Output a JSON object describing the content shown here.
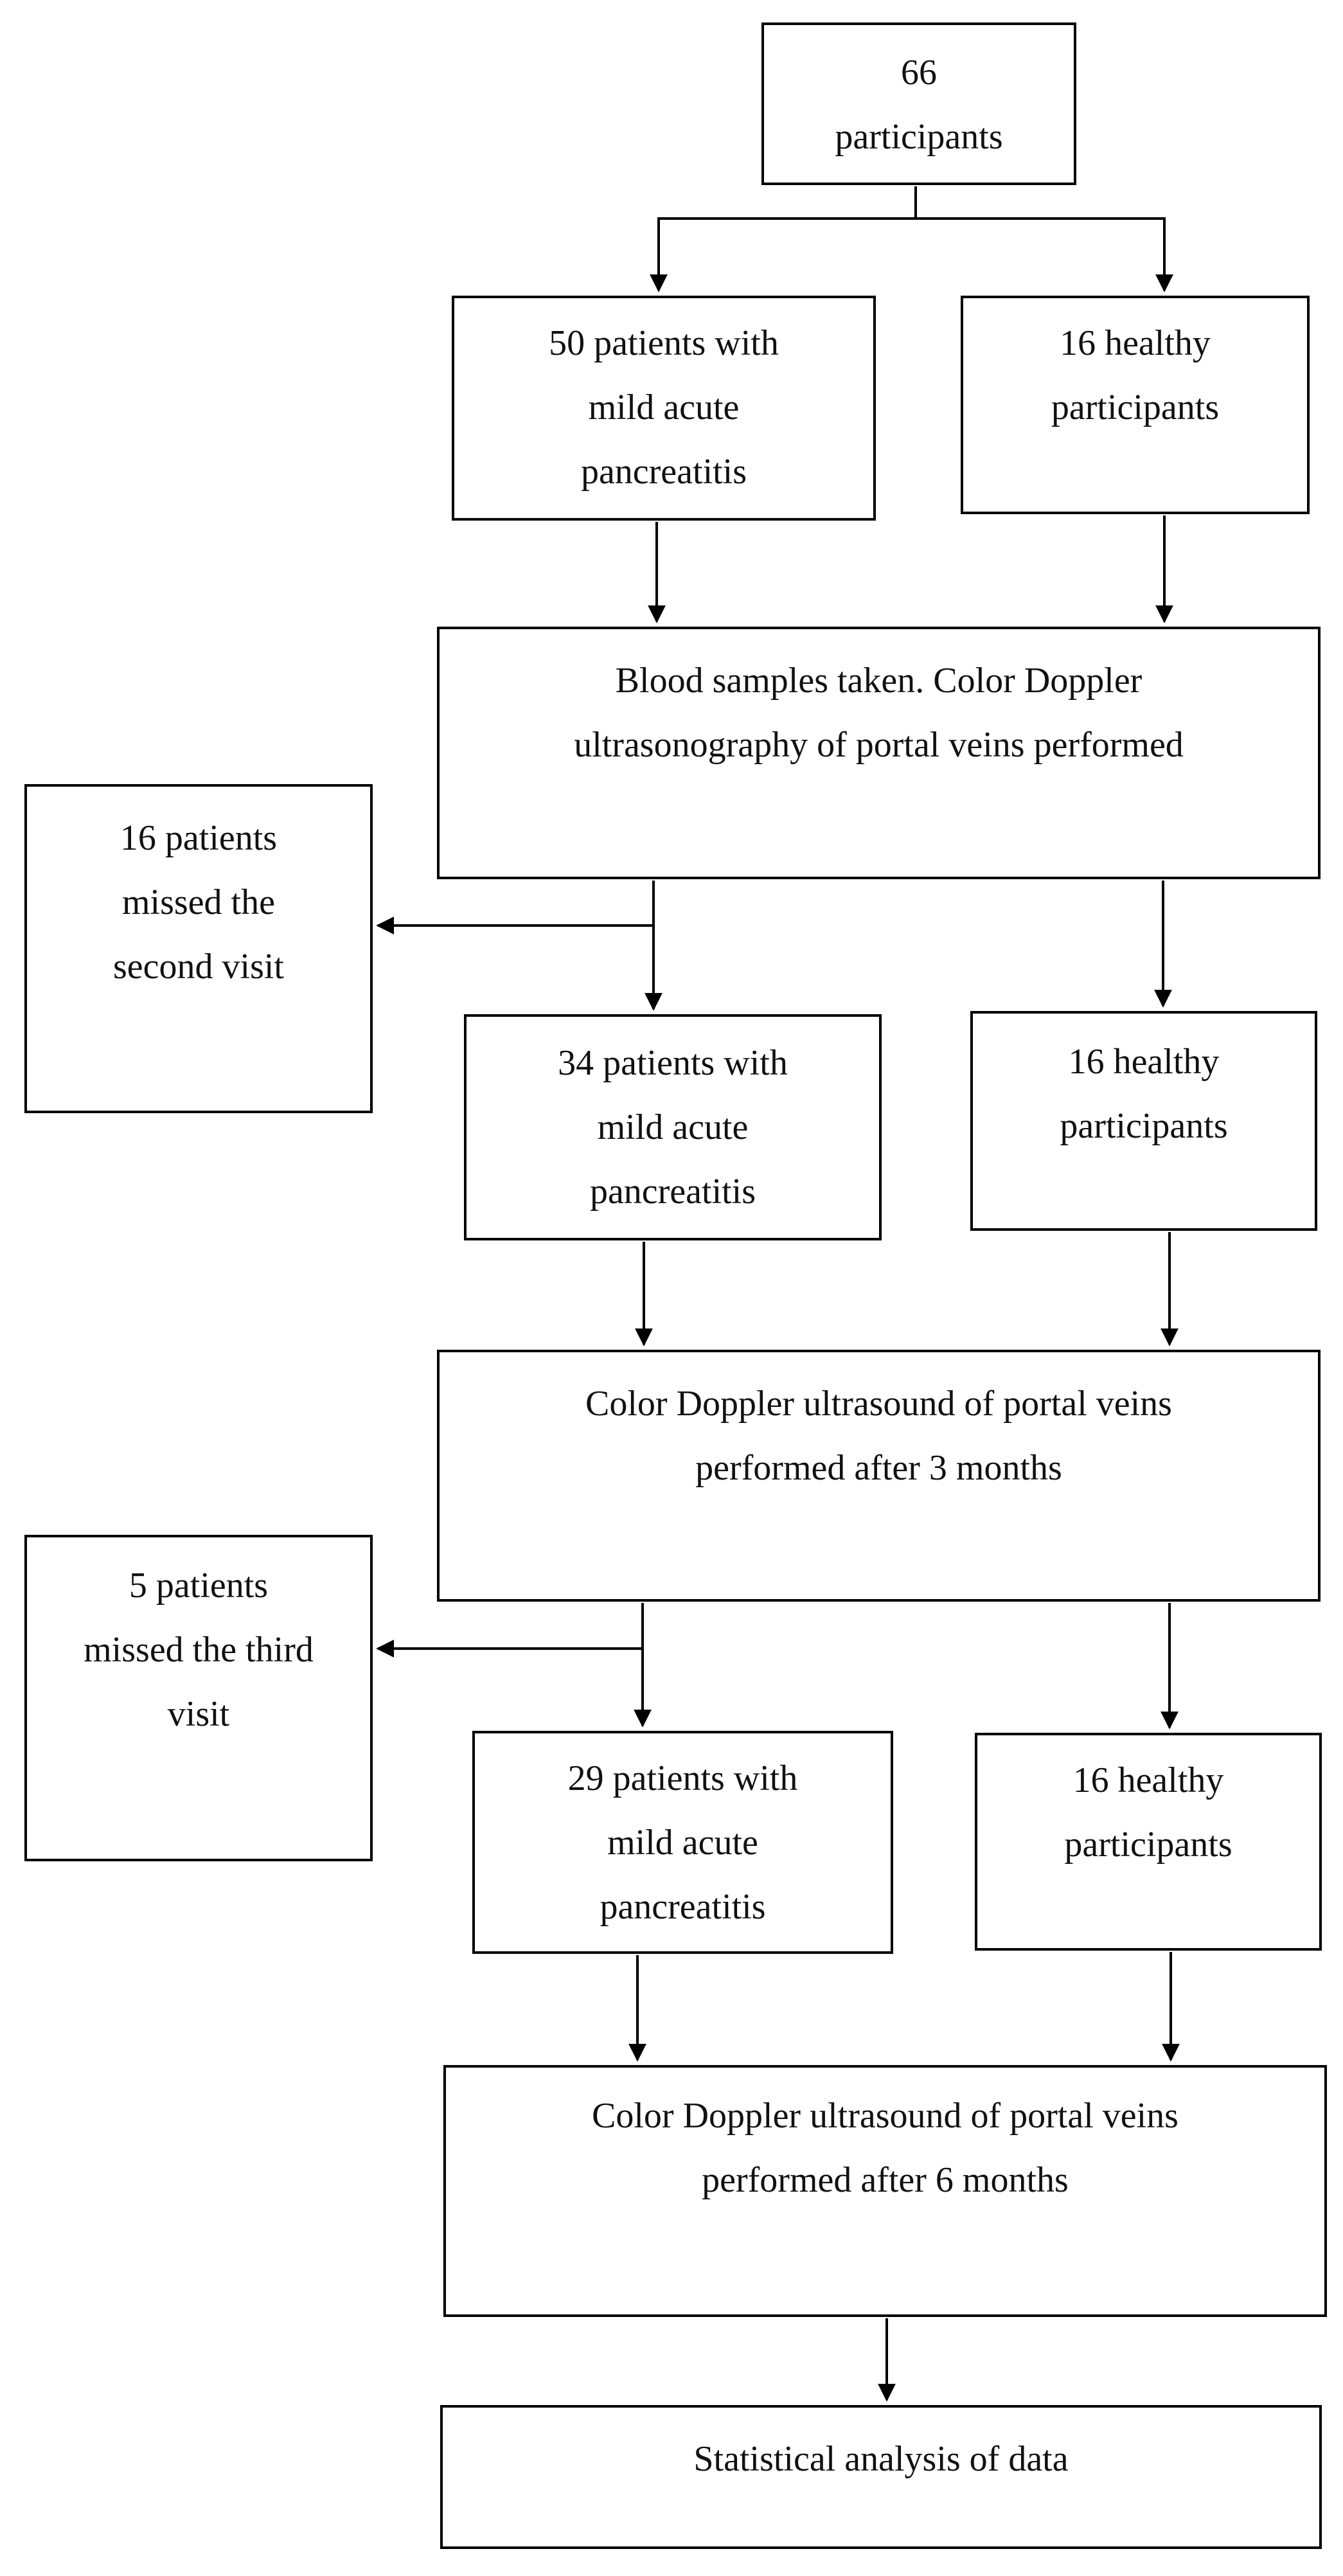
{
  "diagram": {
    "boxes": [
      {
        "id": "start",
        "lines": [
          "66",
          "participants"
        ]
      },
      {
        "id": "patients-1",
        "lines": [
          "50 patients with",
          "mild acute",
          "pancreatitis"
        ]
      },
      {
        "id": "healthy-1",
        "lines": [
          "16 healthy",
          "participants"
        ]
      },
      {
        "id": "step-1",
        "lines": [
          "Blood samples taken. Color Doppler",
          "ultrasonography  of portal veins performed"
        ]
      },
      {
        "id": "dropout-1",
        "lines": [
          "16 patients",
          "missed the",
          "second visit"
        ]
      },
      {
        "id": "patients-2",
        "lines": [
          "34 patients with",
          "mild acute",
          "pancreatitis"
        ]
      },
      {
        "id": "healthy-2",
        "lines": [
          "16 healthy",
          "participants"
        ]
      },
      {
        "id": "step-2",
        "lines": [
          "Color Doppler ultrasound of portal veins",
          "performed after 3 months"
        ]
      },
      {
        "id": "dropout-2",
        "lines": [
          "5 patients",
          "missed the third",
          "visit"
        ]
      },
      {
        "id": "patients-3",
        "lines": [
          "29 patients with",
          "mild acute",
          "pancreatitis"
        ]
      },
      {
        "id": "healthy-3",
        "lines": [
          "16 healthy",
          "participants"
        ]
      },
      {
        "id": "step-3",
        "lines": [
          "Color Doppler ultrasound of portal veins",
          "performed after 6 months"
        ]
      },
      {
        "id": "end",
        "lines": [
          "Statistical analysis  of data"
        ]
      }
    ],
    "edges": [
      {
        "from": "start",
        "to": "patients-1"
      },
      {
        "from": "start",
        "to": "healthy-1"
      },
      {
        "from": "patients-1",
        "to": "step-1"
      },
      {
        "from": "healthy-1",
        "to": "step-1"
      },
      {
        "from": "step-1",
        "to": "patients-2"
      },
      {
        "from": "step-1",
        "to": "dropout-1"
      },
      {
        "from": "step-1",
        "to": "healthy-2"
      },
      {
        "from": "patients-2",
        "to": "step-2"
      },
      {
        "from": "healthy-2",
        "to": "step-2"
      },
      {
        "from": "step-2",
        "to": "patients-3"
      },
      {
        "from": "step-2",
        "to": "dropout-2"
      },
      {
        "from": "step-2",
        "to": "healthy-3"
      },
      {
        "from": "patients-3",
        "to": "step-3"
      },
      {
        "from": "healthy-3",
        "to": "step-3"
      },
      {
        "from": "step-3",
        "to": "end"
      }
    ]
  }
}
